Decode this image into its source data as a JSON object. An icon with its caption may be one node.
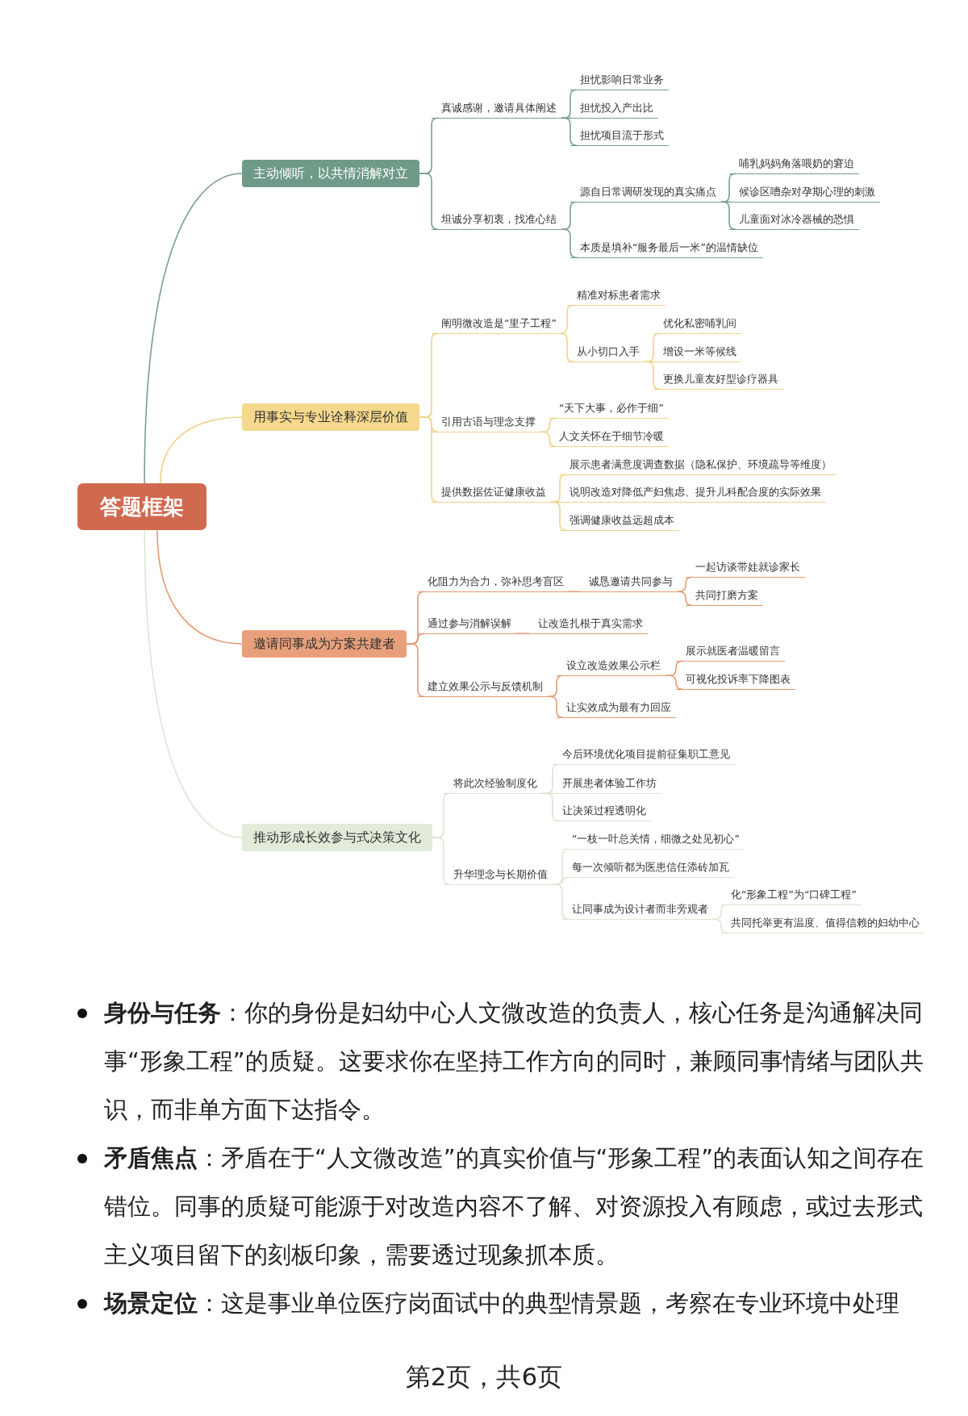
{
  "diagram": {
    "nodes": [
      {
        "text": [
          "答题框架"
        ]
      },
      {
        "text": [
          "主动倾听，以共情消解对立"
        ]
      },
      {
        "text": [
          "真诚感谢，邀请具体阐述"
        ]
      },
      {
        "text": [
          "担忧影响日常业务"
        ]
      },
      {
        "text": [
          "担忧投入产出比"
        ]
      },
      {
        "text": [
          "担忧项目流于形式"
        ]
      },
      {
        "text": [
          "坦诚分享初衷，找准心结"
        ]
      },
      {
        "text": [
          "源自日常调研发现的真实痛点"
        ]
      },
      {
        "text": [
          "哺乳妈妈角落喂奶的窘迫"
        ]
      },
      {
        "text": [
          "候诊区嘈杂对孕期心理的刺激"
        ]
      },
      {
        "text": [
          "儿童面对冰冷器械的恐惧"
        ]
      },
      {
        "text": [
          "本质是填补“服务最后一米”的温情缺位"
        ]
      },
      {
        "text": [
          "用事实与专业诠释深层价值"
        ]
      },
      {
        "text": [
          "阐明微改造是“里子工程”"
        ]
      },
      {
        "text": [
          "精准对标患者需求"
        ]
      },
      {
        "text": [
          "从小切口入手"
        ]
      },
      {
        "text": [
          "优化私密哺乳间"
        ]
      },
      {
        "text": [
          "增设一米等候线"
        ]
      },
      {
        "text": [
          "更换儿童友好型诊疗器具"
        ]
      },
      {
        "text": [
          "引用古语与理念支撑"
        ]
      },
      {
        "text": [
          "“天下大事，必作于细”"
        ]
      },
      {
        "text": [
          "人文关怀在于细节冷暖"
        ]
      },
      {
        "text": [
          "提供数据佐证健康收益"
        ]
      },
      {
        "text": [
          "展示患者满意度调查数据（隐私保护、环境疏导等维度）"
        ]
      },
      {
        "text": [
          "说明改造对降低产妇焦虑、提升儿科配合度的实际效果"
        ]
      },
      {
        "text": [
          "强调健康收益远超成本"
        ]
      },
      {
        "text": [
          "邀请同事成为方案共建者"
        ]
      },
      {
        "text": [
          "化阻力为合力，弥补思考盲区"
        ]
      },
      {
        "text": [
          "诚恳邀请共同参与"
        ]
      },
      {
        "text": [
          "一起访谈带娃就诊家长"
        ]
      },
      {
        "text": [
          "共同打磨方案"
        ]
      },
      {
        "text": [
          "通过参与消解误解"
        ]
      },
      {
        "text": [
          "让改造扎根于真实需求"
        ]
      },
      {
        "text": [
          "建立效果公示与反馈机制"
        ]
      },
      {
        "text": [
          "设立改造效果公示栏"
        ]
      },
      {
        "text": [
          "展示就医者温暖留言"
        ]
      },
      {
        "text": [
          "可视化投诉率下降图表"
        ]
      },
      {
        "text": [
          "让实效成为最有力回应"
        ]
      },
      {
        "text": [
          "推动形成长效参与式决策文化"
        ]
      },
      {
        "text": [
          "将此次经验制度化"
        ]
      },
      {
        "text": [
          "今后环境优化项目提前征集职工意见"
        ]
      },
      {
        "text": [
          "开展患者体验工作坊"
        ]
      },
      {
        "text": [
          "让决策过程透明化"
        ]
      },
      {
        "text": [
          "升华理念与长期价值"
        ]
      },
      {
        "text": [
          "“一枝一叶总关情，细微之处见初心”"
        ]
      },
      {
        "text": [
          "每一次倾听都为医患信任添砖加瓦"
        ]
      },
      {
        "text": [
          "让同事成为设计者而非旁观者"
        ]
      },
      {
        "text": [
          "化“形象工程”为“口碑工程”"
        ]
      },
      {
        "text": [
          "共同托举更有温度、值得信赖的妇幼中心"
        ]
      }
    ],
    "edges": [
      {
        "from": 0,
        "to": 1,
        "arrow": "none",
        "color": "#7a9e8e"
      },
      {
        "from": 1,
        "to": 2,
        "arrow": "none",
        "color": "#7a9e8e"
      },
      {
        "from": 2,
        "to": 3,
        "arrow": "none",
        "color": "#7a9e8e"
      },
      {
        "from": 2,
        "to": 4,
        "arrow": "none",
        "color": "#7a9e8e"
      },
      {
        "from": 2,
        "to": 5,
        "arrow": "none",
        "color": "#7a9e8e"
      },
      {
        "from": 1,
        "to": 6,
        "arrow": "none",
        "color": "#7a9e8e"
      },
      {
        "from": 6,
        "to": 7,
        "arrow": "none",
        "color": "#7a9e8e"
      },
      {
        "from": 7,
        "to": 8,
        "arrow": "none",
        "color": "#7a9e8e"
      },
      {
        "from": 7,
        "to": 9,
        "arrow": "none",
        "color": "#7a9e8e"
      },
      {
        "from": 7,
        "to": 10,
        "arrow": "none",
        "color": "#7a9e8e"
      },
      {
        "from": 6,
        "to": 11,
        "arrow": "none",
        "color": "#7a9e8e"
      },
      {
        "from": 0,
        "to": 12,
        "arrow": "none",
        "color": "#f0d38a"
      },
      {
        "from": 12,
        "to": 13,
        "arrow": "none",
        "color": "#f0d38a"
      },
      {
        "from": 13,
        "to": 14,
        "arrow": "none",
        "color": "#f0d38a"
      },
      {
        "from": 13,
        "to": 15,
        "arrow": "none",
        "color": "#f0d38a"
      },
      {
        "from": 15,
        "to": 16,
        "arrow": "none",
        "color": "#f0d38a"
      },
      {
        "from": 15,
        "to": 17,
        "arrow": "none",
        "color": "#f0d38a"
      },
      {
        "from": 15,
        "to": 18,
        "arrow": "none",
        "color": "#f0d38a"
      },
      {
        "from": 12,
        "to": 19,
        "arrow": "none",
        "color": "#f0d38a"
      },
      {
        "from": 19,
        "to": 20,
        "arrow": "none",
        "color": "#f0d38a"
      },
      {
        "from": 19,
        "to": 21,
        "arrow": "none",
        "color": "#f0d38a"
      },
      {
        "from": 12,
        "to": 22,
        "arrow": "none",
        "color": "#f0d38a"
      },
      {
        "from": 22,
        "to": 23,
        "arrow": "none",
        "color": "#f0d38a"
      },
      {
        "from": 22,
        "to": 24,
        "arrow": "none",
        "color": "#f0d38a"
      },
      {
        "from": 22,
        "to": 25,
        "arrow": "none",
        "color": "#f0d38a"
      },
      {
        "from": 0,
        "to": 26,
        "arrow": "none",
        "color": "#e39b72"
      },
      {
        "from": 26,
        "to": 27,
        "arrow": "none",
        "color": "#e39b72"
      },
      {
        "from": 27,
        "to": 28,
        "arrow": "none",
        "color": "#e39b72"
      },
      {
        "from": 28,
        "to": 29,
        "arrow": "none",
        "color": "#e39b72"
      },
      {
        "from": 28,
        "to": 30,
        "arrow": "none",
        "color": "#e39b72"
      },
      {
        "from": 26,
        "to": 31,
        "arrow": "none",
        "color": "#e39b72"
      },
      {
        "from": 31,
        "to": 32,
        "arrow": "none",
        "color": "#e39b72"
      },
      {
        "from": 26,
        "to": 33,
        "arrow": "none",
        "color": "#e39b72"
      },
      {
        "from": 33,
        "to": 34,
        "arrow": "none",
        "color": "#e39b72"
      },
      {
        "from": 34,
        "to": 35,
        "arrow": "none",
        "color": "#e39b72"
      },
      {
        "from": 34,
        "to": 36,
        "arrow": "none",
        "color": "#e39b72"
      },
      {
        "from": 33,
        "to": 37,
        "arrow": "none",
        "color": "#e39b72"
      },
      {
        "from": 0,
        "to": 38,
        "arrow": "none",
        "color": "#dde6d3"
      },
      {
        "from": 38,
        "to": 39,
        "arrow": "none",
        "color": "#dde6d3"
      },
      {
        "from": 39,
        "to": 40,
        "arrow": "none",
        "color": "#dde6d3"
      },
      {
        "from": 39,
        "to": 41,
        "arrow": "none",
        "color": "#dde6d3"
      },
      {
        "from": 39,
        "to": 42,
        "arrow": "none",
        "color": "#dde6d3"
      },
      {
        "from": 38,
        "to": 43,
        "arrow": "none",
        "color": "#dde6d3"
      },
      {
        "from": 43,
        "to": 44,
        "arrow": "none",
        "color": "#dde6d3"
      },
      {
        "from": 43,
        "to": 45,
        "arrow": "none",
        "color": "#dde6d3"
      },
      {
        "from": 43,
        "to": 46,
        "arrow": "none",
        "color": "#dde6d3"
      },
      {
        "from": 46,
        "to": 47,
        "arrow": "none",
        "color": "#dde6d3"
      },
      {
        "from": 46,
        "to": 48,
        "arrow": "none",
        "color": "#dde6d3"
      }
    ],
    "labels": [
      "**身份与任务**：你的身份是妇幼中心人文微改造的负责人，核心任务是沟通解决同事“形象工程”的质疑。这要求你在坚持工作方向的同时，兼顾同事情绪与团队共识，而非单方面下达指令。",
      "**矛盾焦点**：矛盾在于“人文微改造”的真实价值与“形象工程”的表面认知之间存在错位。同事的质疑可能源于对改造内容不了解、对资源投入有顾虑，或过去形式主义项目留下的刻板印象，需要透过现象抓本质。",
      "**场景定位**：这是事业单位医疗岗面试中的典型情景题，考察在专业环境中处理",
      "第2页，共6页"
    ]
  }
}
